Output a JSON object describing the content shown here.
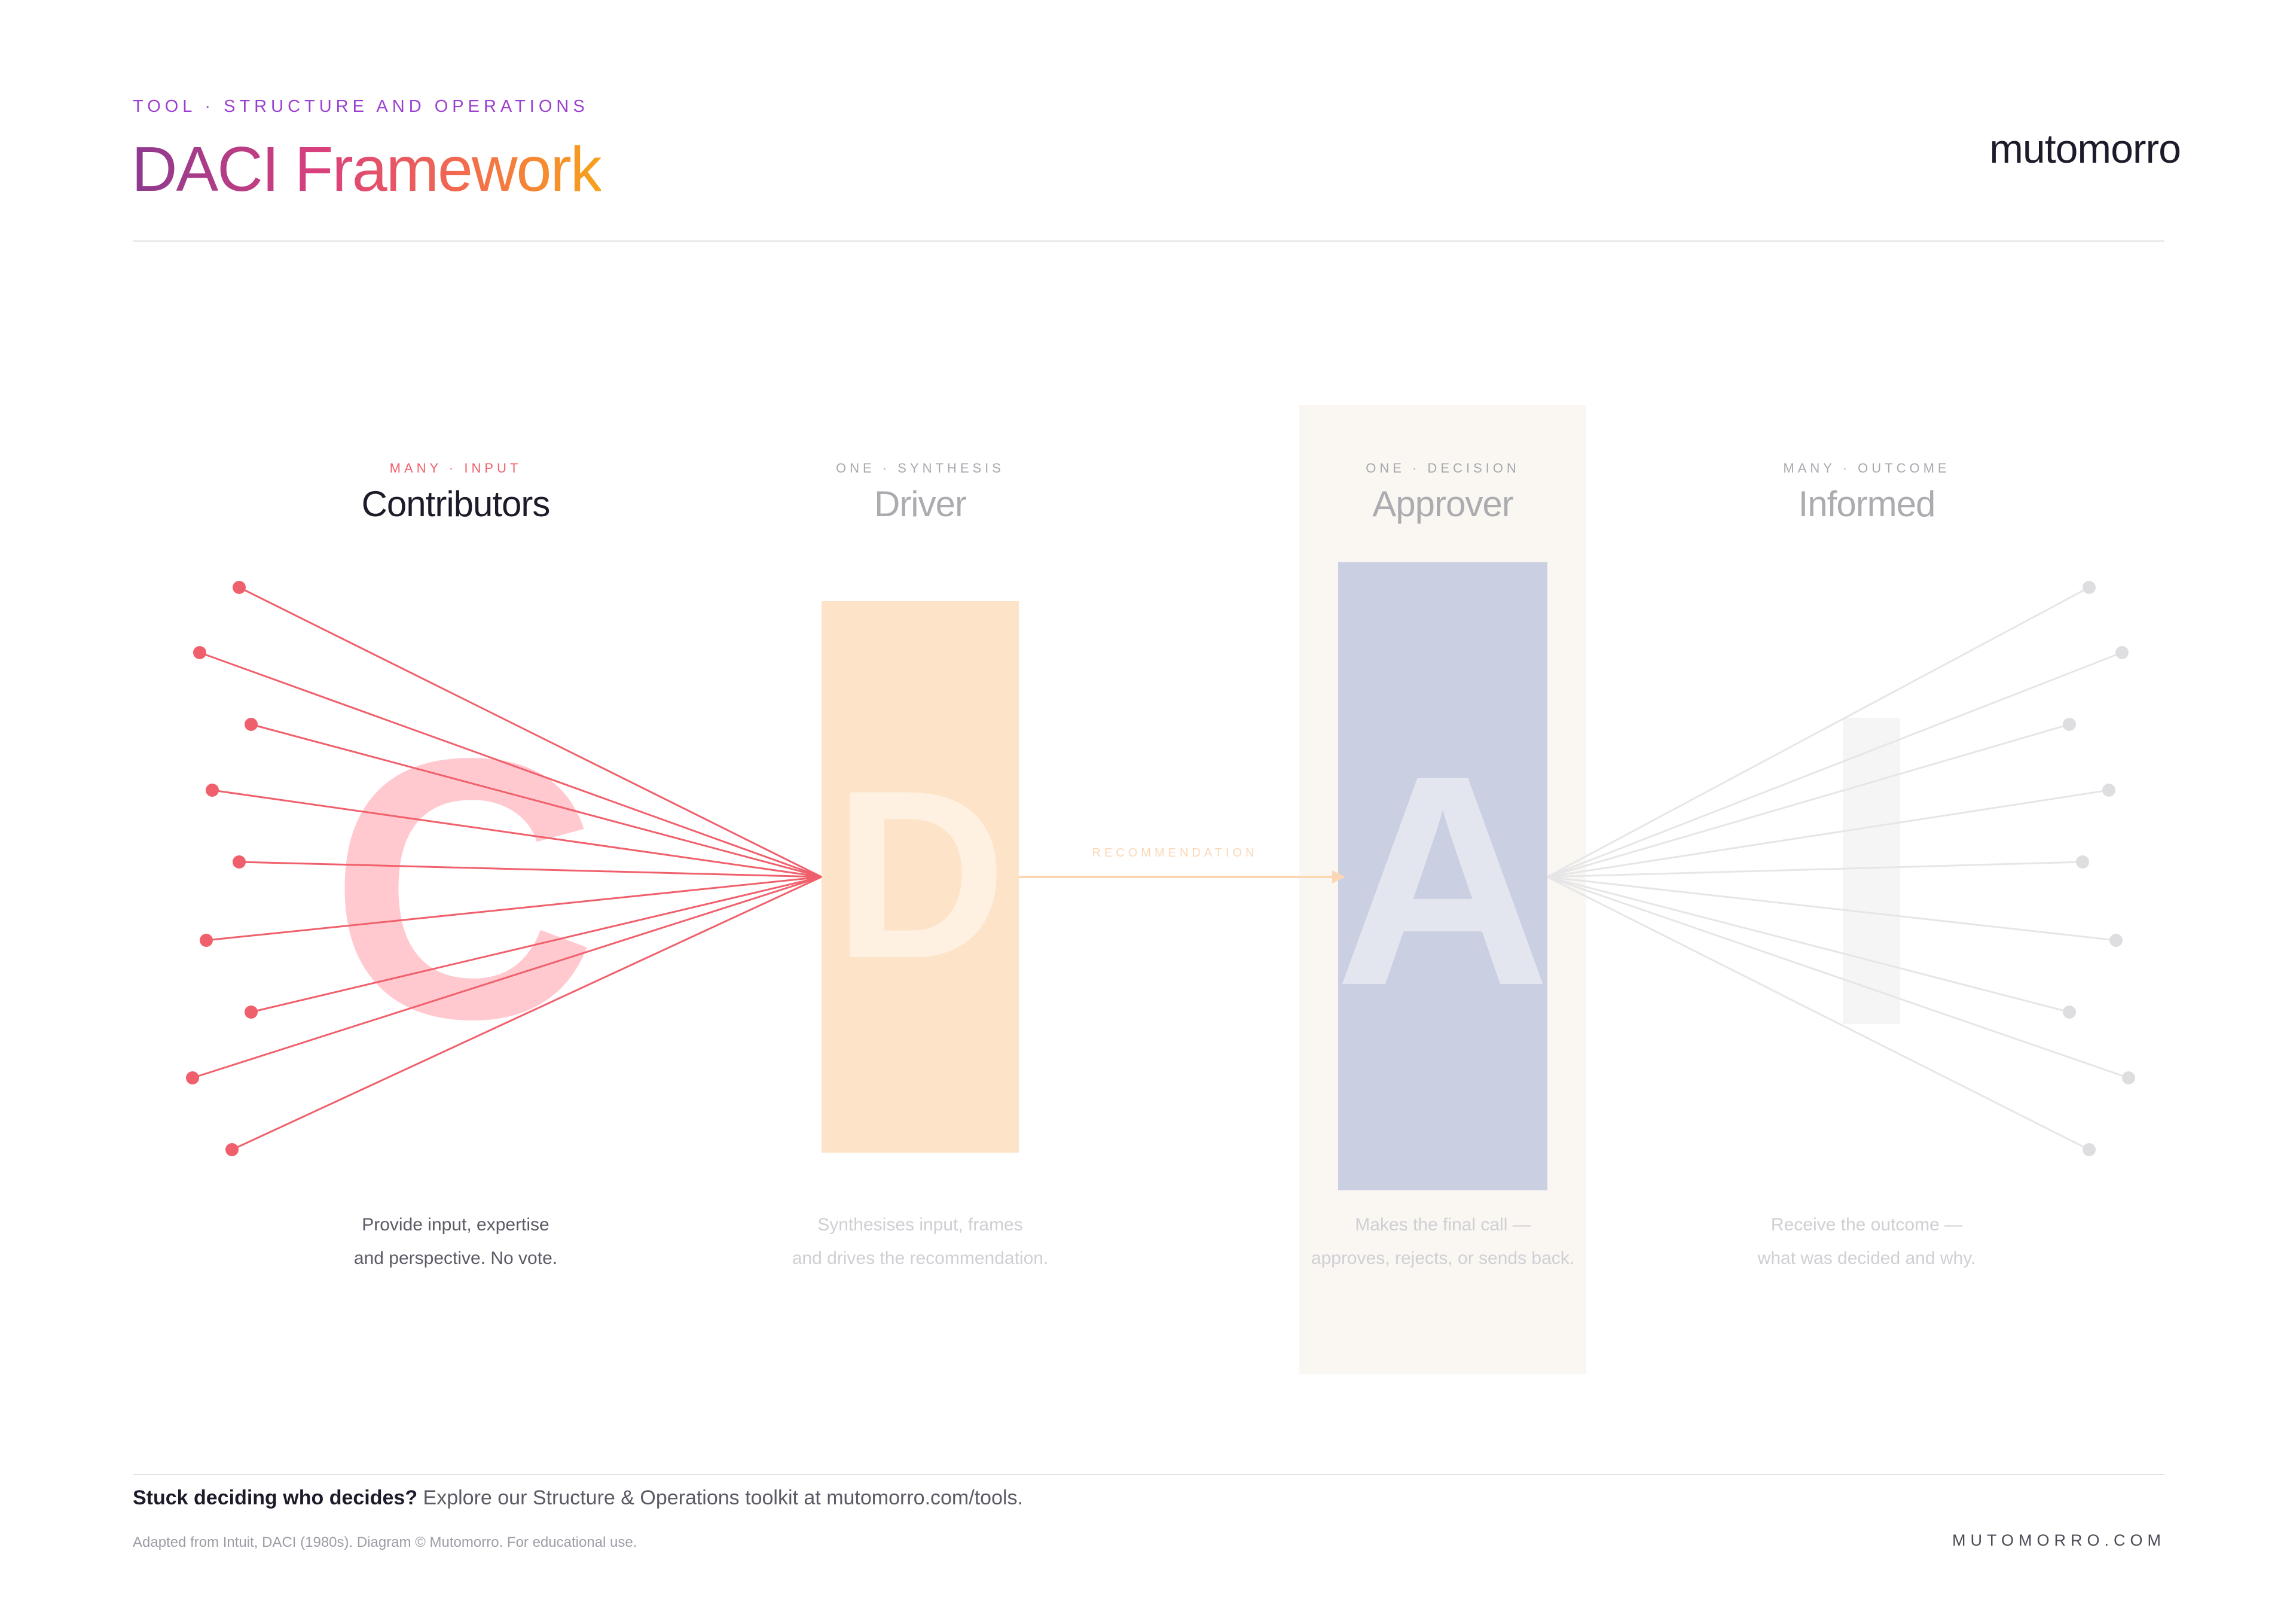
{
  "header": {
    "kicker": "TOOL · STRUCTURE AND OPERATIONS",
    "title": "DACI Framework",
    "brand": "mutomorro"
  },
  "roles": [
    {
      "letter": "C",
      "eyebrow": "MANY · INPUT",
      "name": "Contributors",
      "desc_line1": "Provide input, expertise",
      "desc_line2": "and perspective. No vote."
    },
    {
      "letter": "D",
      "eyebrow": "ONE · SYNTHESIS",
      "name": "Driver",
      "desc_line1": "Synthesises input, frames",
      "desc_line2": "and drives the recommendation."
    },
    {
      "letter": "A",
      "eyebrow": "ONE · DECISION",
      "name": "Approver",
      "desc_line1": "Makes the final call —",
      "desc_line2": "approves, rejects, or sends back."
    },
    {
      "letter": "I",
      "eyebrow": "MANY · OUTCOME",
      "name": "Informed",
      "desc_line1": "Receive the outcome —",
      "desc_line2": "what was decided and why."
    }
  ],
  "arrow_label": "RECOMMENDATION",
  "colors": {
    "contributors_accent": "#f0606c",
    "contributors_letter": "#ffc9cf",
    "driver_fill": "#fde4c9",
    "approver_fill": "#cbcfe2",
    "approver_band": "#faf6f1",
    "informed_muted": "#dedee0"
  },
  "footer": {
    "cta_bold": "Stuck deciding who decides?",
    "cta_text": " Explore our Structure & Operations toolkit at mutomorro.com/tools.",
    "credit": "Adapted from Intuit, DACI (1980s). Diagram © Mutomorro. For educational use.",
    "url": "MUTOMORRO.COM"
  }
}
